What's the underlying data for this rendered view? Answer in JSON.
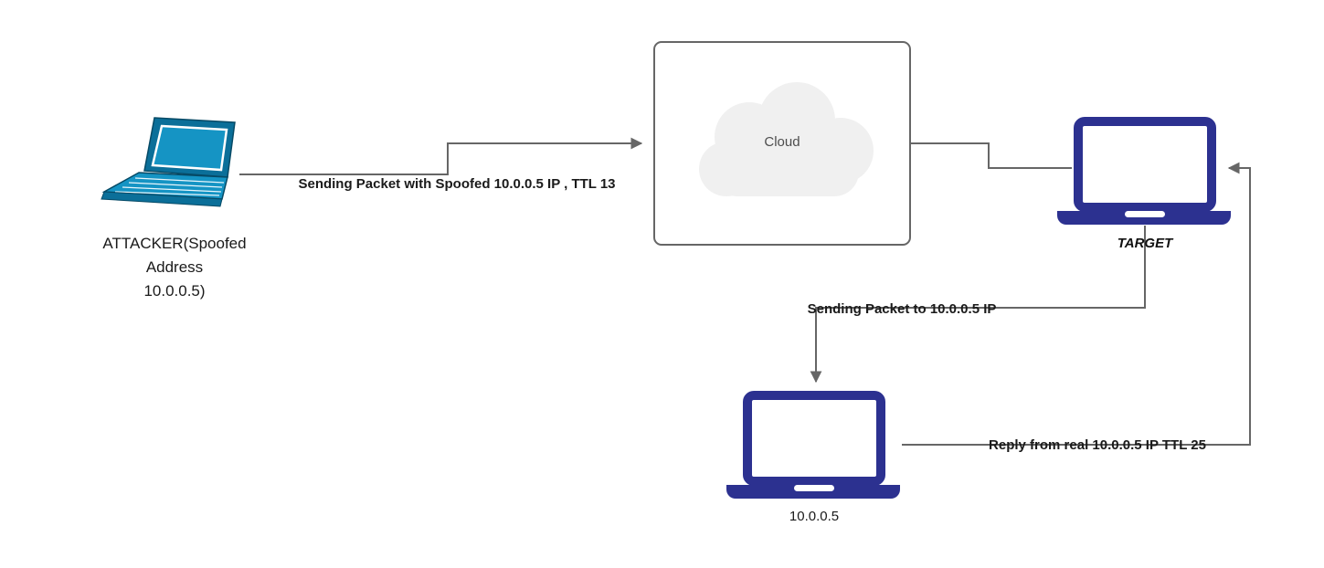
{
  "diagram": {
    "attacker": {
      "label_lines": [
        "ATTACKER(Spoofed",
        "Address",
        "10.0.0.5)"
      ],
      "icon": "laptop-perspective-icon"
    },
    "cloud": {
      "label": "Cloud",
      "icon": "cloud-icon"
    },
    "target": {
      "label": "TARGET",
      "icon": "laptop-icon"
    },
    "real_host": {
      "label": "10.0.0.5",
      "icon": "laptop-icon"
    },
    "edges": {
      "spoofed_packet": {
        "label": "Sending Packet with Spoofed 10.0.0.5 IP , TTL 13"
      },
      "forward_packet": {
        "label": "Sending Packet to 10.0.0.5 IP"
      },
      "reply_packet": {
        "label": "Reply from real 10.0.0.5 IP TTL 25"
      }
    },
    "colors": {
      "connector": "#666666",
      "laptop_navy": "#2c3190",
      "attacker_teal": "#1594c4",
      "attacker_teal_dark": "#0b6f99",
      "cloud_fill": "#f0f0f0",
      "cloud_box_border": "#666666"
    }
  }
}
